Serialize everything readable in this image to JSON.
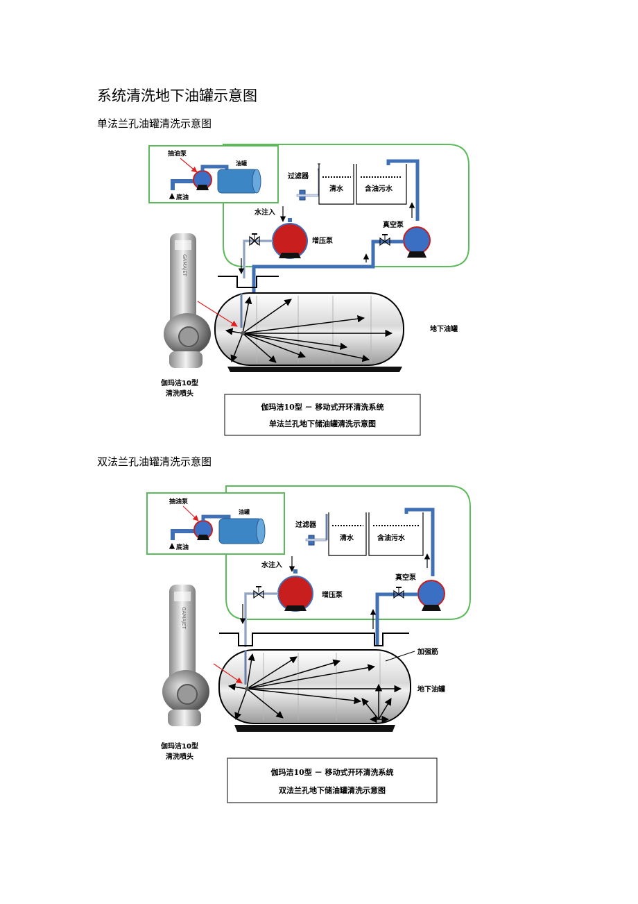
{
  "doc_title": "系统清洗地下油罐示意图",
  "figures": [
    {
      "heading": "单法兰孔油罐清洗示意图",
      "inset": {
        "pump_label": "抽油泵",
        "tank_label": "油罐",
        "bottom_oil_label": "底油"
      },
      "filter_label": "过滤器",
      "clean_water_label": "清水",
      "oily_water_label": "含油污水",
      "water_in_label": "水注入",
      "booster_pump_label": "增压泵",
      "vacuum_pump_label": "真空泵",
      "tank_label": "地下油罐",
      "nozzle_label_line1": "伽玛洁10型",
      "nozzle_label_line2": "清洗喷头",
      "nozzle_brand": "GAMAJET",
      "caption_line1": "伽玛洁10型 － 移动式开环清洗系统",
      "caption_line2": "单法兰孔地下储油罐清洗示意图"
    },
    {
      "heading": "双法兰孔油罐清洗示意图",
      "inset": {
        "pump_label": "抽油泵",
        "tank_label": "油罐",
        "bottom_oil_label": "底油"
      },
      "filter_label": "过滤器",
      "clean_water_label": "清水",
      "oily_water_label": "含油污水",
      "water_in_label": "水注入",
      "booster_pump_label": "增压泵",
      "vacuum_pump_label": "真空泵",
      "rib_label": "加强筋",
      "tank_label": "地下油罐",
      "nozzle_label_line1": "伽玛洁10型",
      "nozzle_label_line2": "清洗喷头",
      "nozzle_brand": "GAMAJET",
      "caption_line1": "伽玛洁10型 － 移动式开环清洗系统",
      "caption_line2": "双法兰孔地下储油罐清洗示意图"
    }
  ],
  "colors": {
    "loop_green": "#5cba5c",
    "pump_red": "#c81e1e",
    "pump_blue": "#3a6fc4",
    "pipe_blue": "#3f6fb5",
    "arrow_red": "#e02020"
  }
}
